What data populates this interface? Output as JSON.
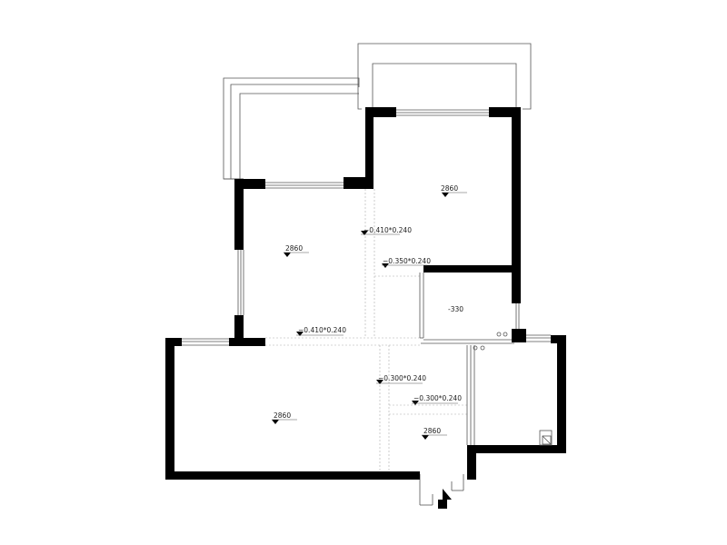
{
  "colors": {
    "wall": "#000000",
    "thin_line": "#555555",
    "dashed_line": "#aaaaaa",
    "text": "#222222"
  },
  "labels": {
    "elev_master": "2860",
    "elev_bed2": "2860",
    "elev_bath": "-330",
    "elev_living": "2860",
    "elev_entry": "2860",
    "beam_1": "−0.410*0.240",
    "beam_2": "−0.350*0.240",
    "beam_3": "−0.410*0.240",
    "beam_4": "−0.300*0.240",
    "beam_5": "−0.300*0.240"
  },
  "icons": {
    "entrance": "entrance-arrow-icon",
    "level": "level-marker-icon"
  }
}
